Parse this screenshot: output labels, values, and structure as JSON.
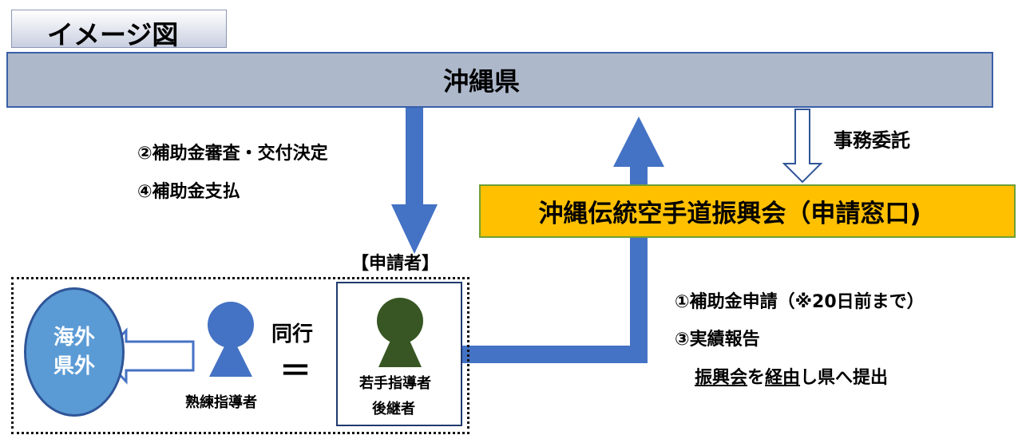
{
  "title_tab": "イメージ図",
  "prefecture": "沖縄県",
  "association": "沖縄伝統空手道振興会（申請窓口)",
  "steps_from_prefecture": {
    "step2": "②補助金審査・交付決定",
    "step4": "④補助金支払"
  },
  "delegation_label": "事務委託",
  "applicant_heading": "【申請者】",
  "steps_to_prefecture": {
    "step1": "①補助金申請（※20日前まで）",
    "step3": "③実績報告",
    "via_underlined_1": "振興会",
    "via_mid": "を",
    "via_underlined_2": "経由",
    "via_tail": "し県へ提出"
  },
  "overseas": {
    "line1": "海外",
    "line2": "県外"
  },
  "accompany_label": "同行",
  "equals_sign": "＝",
  "senior_instructor": "熟練指導者",
  "young_instructor": {
    "line1": "若手指導者",
    "line2": "後継者"
  },
  "colors": {
    "prefecture_fill": "#adb8cb",
    "association_fill": "#ffc000",
    "arrow_blue": "#4472c4",
    "senior_person": "#4472c4",
    "young_person": "#375623",
    "overseas_fill": "#5b9bd5"
  }
}
